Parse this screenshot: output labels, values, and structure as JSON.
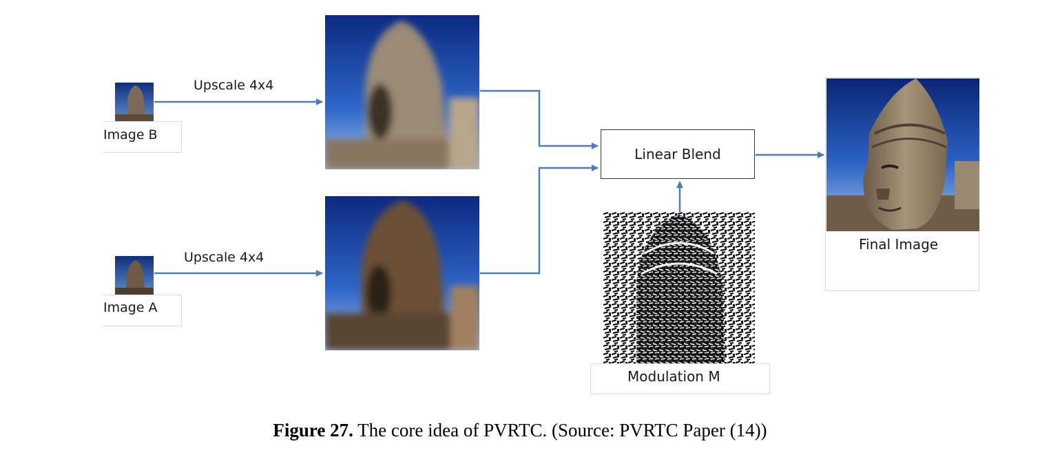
{
  "nodes": {
    "image_b": "Image B",
    "image_a": "Image A",
    "linear_blend": "Linear Blend",
    "modulation": "Modulation M",
    "final_image": "Final Image"
  },
  "edges": {
    "upscale_b": "Upscale 4x4",
    "upscale_a": "Upscale 4x4"
  },
  "caption": {
    "label": "Figure 27.",
    "text": " The core idea of PVRTC. (Source: PVRTC Paper (14))"
  },
  "colors": {
    "arrow": "#4a7ebb",
    "sky": "#1f4fa8"
  }
}
